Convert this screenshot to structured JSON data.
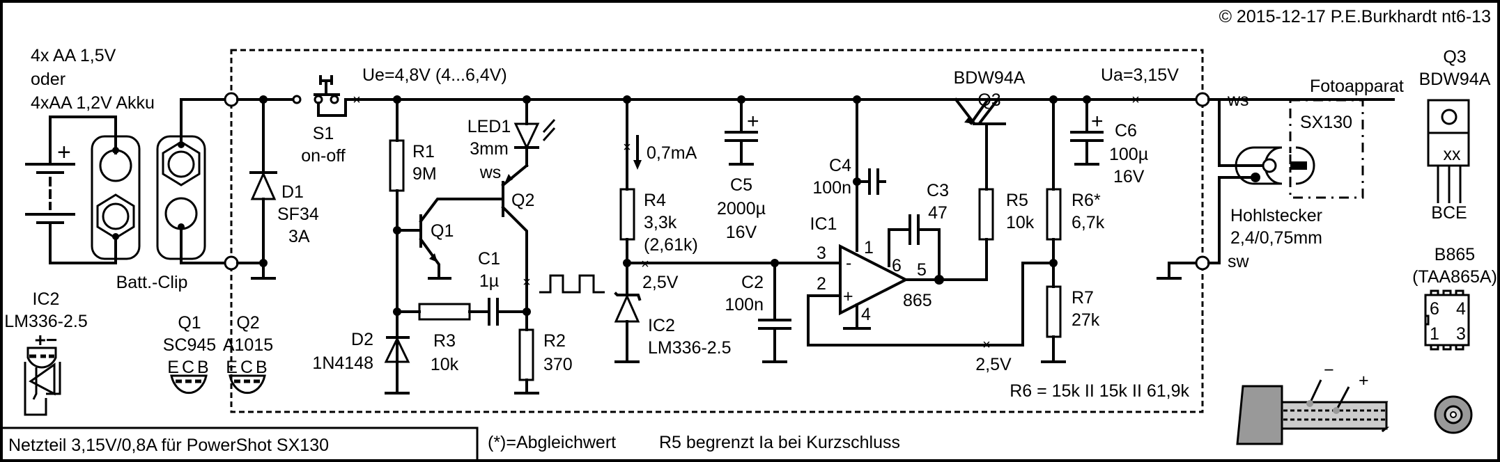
{
  "copyright": "© 2015-12-17 P.E.Burkhardt nt6-13",
  "title_box": "Netzteil 3,15V/0,8A für PowerShot SX130",
  "notes": {
    "adjust": "(*)=Abgleichwert",
    "r5": "R5 begrenzt Ia bei Kurzschluss",
    "r6": "R6 = 15k II 15k II 61,9k"
  },
  "battery": {
    "line1": "4x AA 1,5V",
    "line2": "oder",
    "line3": "4xAA 1,2V Akku",
    "clip": "Batt.-Clip",
    "plus": "+"
  },
  "voltages": {
    "ue": "Ue=4,8V (4...6,4V)",
    "ua": "Ua=3,15V",
    "ref1": "2,5V",
    "ref2": "2,5V",
    "current": "0,7mA"
  },
  "components": {
    "S1": {
      "name": "S1",
      "value": "on-off"
    },
    "D1": {
      "name": "D1",
      "value": "SF34",
      "rating": "3A"
    },
    "R1": {
      "name": "R1",
      "value": "9M"
    },
    "LED1": {
      "name": "LED1",
      "value": "3mm",
      "color": "ws"
    },
    "Q1": {
      "name": "Q1"
    },
    "Q2": {
      "name": "Q2"
    },
    "C1": {
      "name": "C1",
      "value": "1µ"
    },
    "D2": {
      "name": "D2",
      "value": "1N4148"
    },
    "R3": {
      "name": "R3",
      "value": "10k"
    },
    "R2": {
      "name": "R2",
      "value": "370"
    },
    "R4": {
      "name": "R4",
      "value": "3,3k",
      "alt": "(2,61k)"
    },
    "IC2": {
      "name": "IC2",
      "value": "LM336-2.5"
    },
    "C5": {
      "name": "C5",
      "value": "2000µ",
      "rating": "16V"
    },
    "C2": {
      "name": "C2",
      "value": "100n"
    },
    "C4": {
      "name": "C4",
      "value": "100n"
    },
    "IC1": {
      "name": "IC1",
      "value": "865",
      "pins": [
        "1",
        "2",
        "3",
        "4",
        "5",
        "6"
      ],
      "minus": "-",
      "plus": "+"
    },
    "C3": {
      "name": "C3",
      "value": "47"
    },
    "Q3": {
      "name": "Q3",
      "value": "BDW94A"
    },
    "R5": {
      "name": "R5",
      "value": "10k"
    },
    "R6": {
      "name": "R6*",
      "value": "6,7k"
    },
    "R7": {
      "name": "R7",
      "value": "27k"
    },
    "C6": {
      "name": "C6",
      "value": "100µ",
      "rating": "16V"
    }
  },
  "output": {
    "ws": "ws",
    "sw": "sw",
    "camera": "Fotoapparat",
    "camera_model": "SX130",
    "plug": "Hohlstecker",
    "plug_size": "2,4/0,75mm"
  },
  "pinouts": {
    "ic2": {
      "name": "IC2",
      "type": "LM336-2.5",
      "pins": "+−"
    },
    "q1": {
      "name": "Q1",
      "type": "SC945",
      "pins": "ECB"
    },
    "q2": {
      "name": "Q2",
      "type": "A1015",
      "pins": "ECB"
    },
    "q3": {
      "name": "Q3",
      "type": "BDW94A",
      "tab": "xx",
      "pins": "BCE"
    },
    "b865": {
      "name": "B865",
      "type": "(TAA865A)",
      "pins": [
        "6",
        "4",
        "1",
        "3"
      ]
    },
    "plug": {
      "minus": "−",
      "plus": "+"
    }
  },
  "colors": {
    "line": "#000000",
    "plug_body": "#999999",
    "plug_metal": "#cccccc"
  }
}
